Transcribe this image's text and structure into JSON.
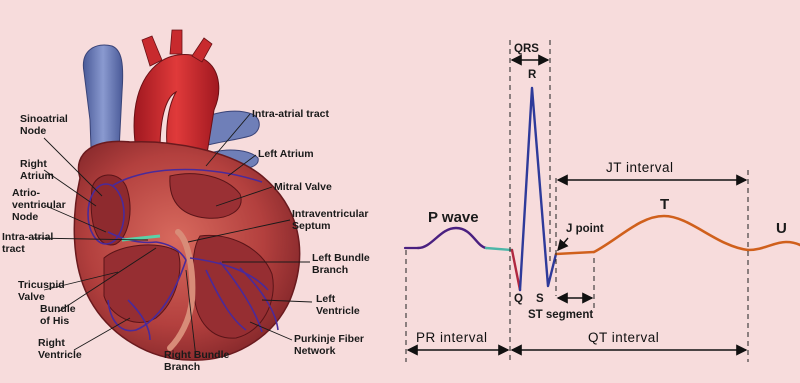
{
  "colors": {
    "background": "#f7dcdc",
    "ecg_p": "#4a2080",
    "ecg_qrs": "#2e3a9a",
    "ecg_t": "#d0601c",
    "ecg_pr": "#4cb6a8",
    "aorta": "#c8202a",
    "vena_cava": "#6a7cb8",
    "myocardium": "#b84a4a",
    "conduction": "#4a2a9a"
  },
  "heart_labels": {
    "sinoatrial_node": [
      "Sinoatrial",
      "Node"
    ],
    "right_atrium": [
      "Right",
      "Atrium"
    ],
    "av_node": [
      "Atrio-",
      "ventricular",
      "Node"
    ],
    "intra_atrial_tract_left": [
      "Intra-atrial",
      "tract"
    ],
    "tricuspid_valve": [
      "Tricuspid",
      "Valve"
    ],
    "bundle_of_his": [
      "Bundle",
      "of His"
    ],
    "right_ventricle": [
      "Right",
      "Ventricle"
    ],
    "right_bundle_branch": [
      "Right Bundle",
      "Branch"
    ],
    "intra_atrial_tract_top": "Intra-atrial tract",
    "left_atrium": "Left Atrium",
    "mitral_valve": "Mitral Valve",
    "intraventricular_septum": [
      "Intraventricular",
      "Septum"
    ],
    "left_bundle_branch": [
      "Left Bundle",
      "Branch"
    ],
    "left_ventricle": [
      "Left",
      "Ventricle"
    ],
    "purkinje_network": [
      "Purkinje Fiber",
      "Network"
    ]
  },
  "ecg_labels": {
    "qrs": "QRS",
    "r": "R",
    "q": "Q",
    "s": "S",
    "p_wave": "P wave",
    "t": "T",
    "u": "U",
    "j_point": "J point",
    "jt_interval": "JT interval",
    "st_segment": "ST segment",
    "pr_interval": "PR interval",
    "qt_interval": "QT interval"
  }
}
